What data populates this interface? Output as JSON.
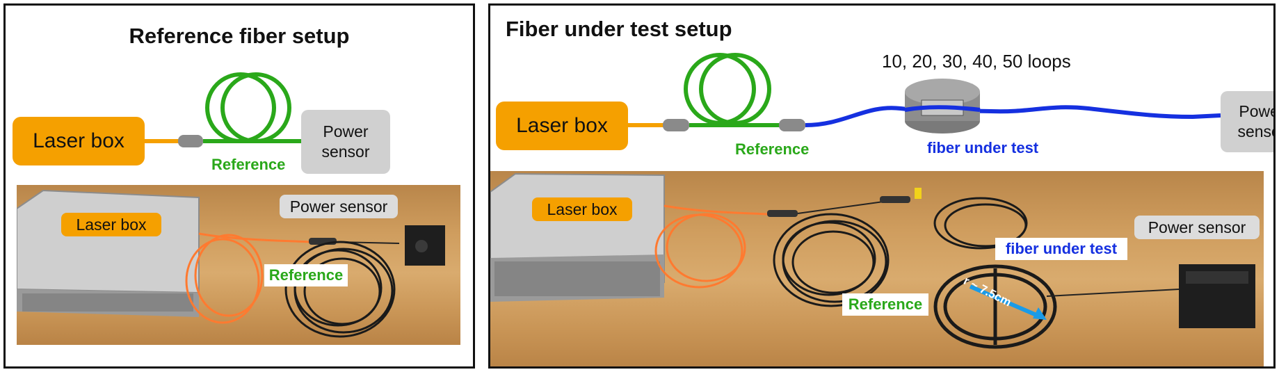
{
  "left_panel": {
    "title": "Reference fiber setup",
    "diagram": {
      "laser_box": "Laser box",
      "power_sensor": "Power sensor",
      "reference_label": "Reference"
    },
    "photo": {
      "laser_box_tag": "Laser box",
      "power_sensor_tag": "Power sensor",
      "reference_tag": "Reference"
    }
  },
  "right_panel": {
    "title": "Fiber under test setup",
    "diagram": {
      "laser_box": "Laser box",
      "power_sensor": "Power sensor",
      "reference_label": "Reference",
      "fiber_under_test_label": "fiber under test",
      "loops_label": "10, 20, 30, 40, 50 loops"
    },
    "photo": {
      "laser_box_tag": "Laser box",
      "power_sensor_tag": "Power sensor",
      "fiber_under_test_tag": "fiber under test",
      "reference_tag": "Reference",
      "radius_label": "r ~ 7.5cm"
    }
  },
  "colors": {
    "laser_orange": "#f5a000",
    "reference_green": "#2aa81a",
    "fiber_blue": "#1530e0",
    "sensor_gray": "#d0d0d0",
    "connector_gray": "#8a8a8a"
  }
}
